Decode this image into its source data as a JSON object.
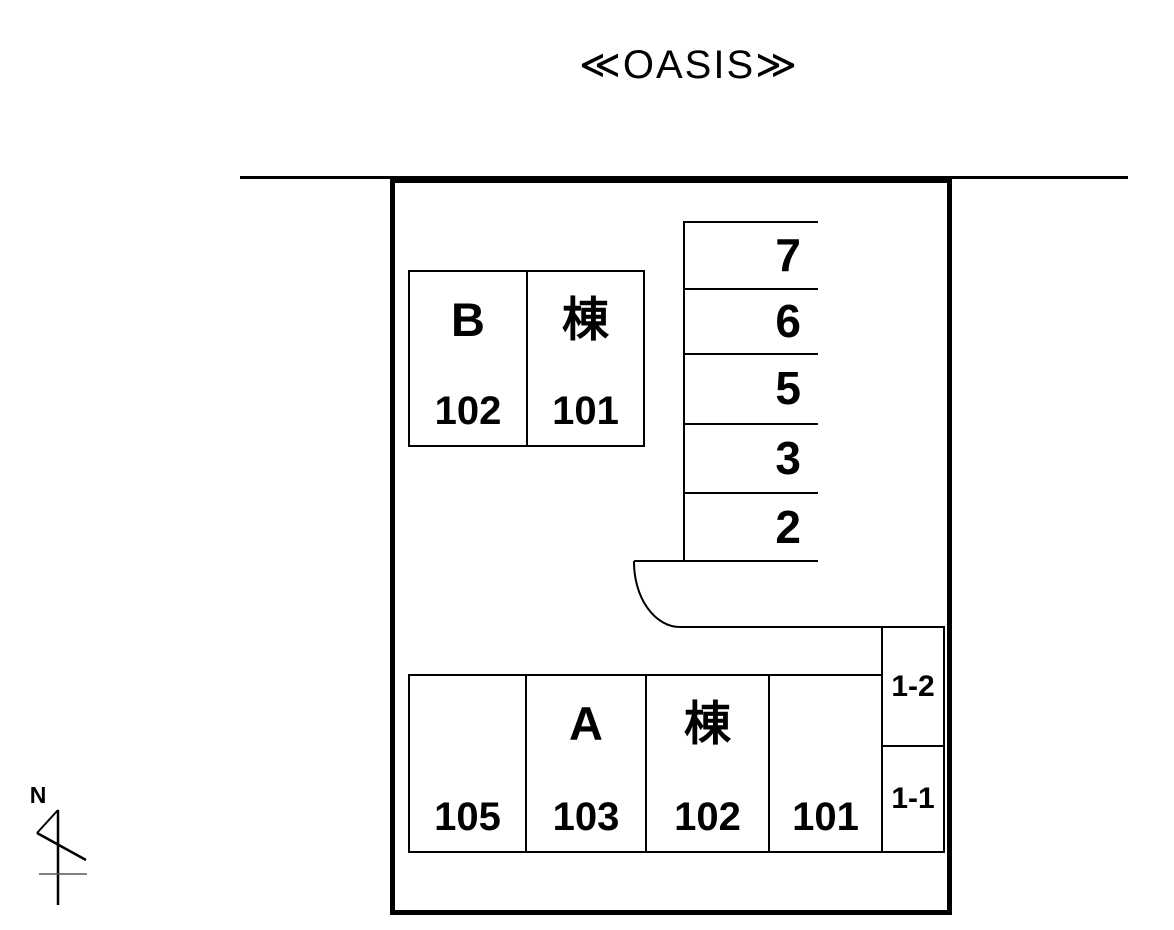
{
  "page": {
    "title": "≪OASIS≫",
    "background": "#ffffff",
    "line_color": "#000000"
  },
  "compass": {
    "label": "N"
  },
  "site": {
    "buildings": [
      {
        "id": "B",
        "cells": [
          {
            "char": "B",
            "unit": "102"
          },
          {
            "char": "棟",
            "unit": "101"
          }
        ]
      },
      {
        "id": "A",
        "cells": [
          {
            "char": "",
            "unit": "105"
          },
          {
            "char": "A",
            "unit": "103"
          },
          {
            "char": "棟",
            "unit": "102"
          },
          {
            "char": "",
            "unit": "101"
          }
        ]
      }
    ],
    "parking": {
      "column_stalls": [
        "7",
        "6",
        "5",
        "3",
        "2"
      ],
      "side_stalls": [
        "1-2",
        "1-1"
      ]
    }
  }
}
